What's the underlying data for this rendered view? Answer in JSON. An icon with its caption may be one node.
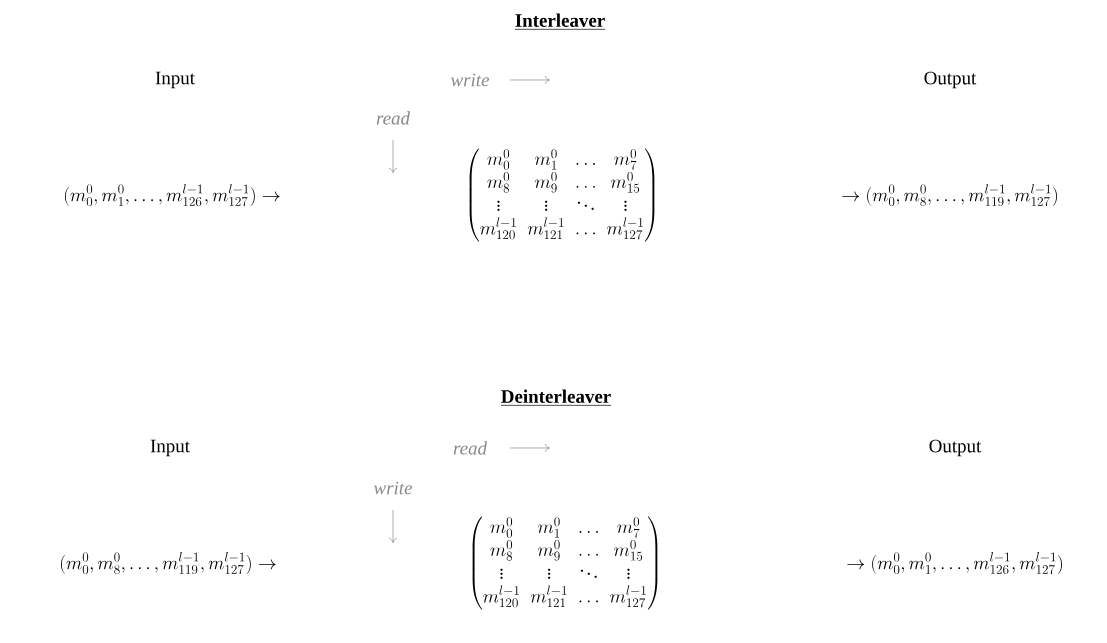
{
  "diagram": {
    "labels": [
      "Interleaver",
      "Input",
      "write",
      "Output",
      "read",
      "(m_0^0, m_1^0, \\ldots, m_{126}^{l-1}, m_{127}^{l-1}) \\rightarrow",
      "\\begin{pmatrix} m_0^0 & m_1^0 & \\ldots & m_7^0 \\\\ m_8^0 & m_9^0 & \\ldots & m_{15}^0 \\\\ \\vdots & \\vdots & \\ddots & \\vdots \\\\ m_{120}^{l-1} & m_{121}^{l-1} & \\ldots & m_{127}^{l-1} \\end{pmatrix}",
      "\\rightarrow (m_0^0, m_8^0, \\ldots, m_{119}^{l-1}, m_{127}^{l-1})",
      "Deinterleaver",
      "Input",
      "read",
      "Output",
      "write",
      "(m_0^0, m_8^0, \\ldots, m_{119}^{l-1}, m_{127}^{l-1}) \\rightarrow",
      "\\begin{pmatrix} m_0^0 & m_1^0 & \\ldots & m_7^0 \\\\ m_8^0 & m_9^0 & \\ldots & m_{15}^0 \\\\ \\vdots & \\vdots & \\ddots & \\vdots \\\\ m_{120}^{l-1} & m_{121}^{l-1} & \\ldots & m_{127}^{l-1} \\end{pmatrix}",
      "\\rightarrow (m_0^0, m_1^0, \\ldots, m_{126}^{l-1}, m_{127}^{l-1})"
    ]
  }
}
